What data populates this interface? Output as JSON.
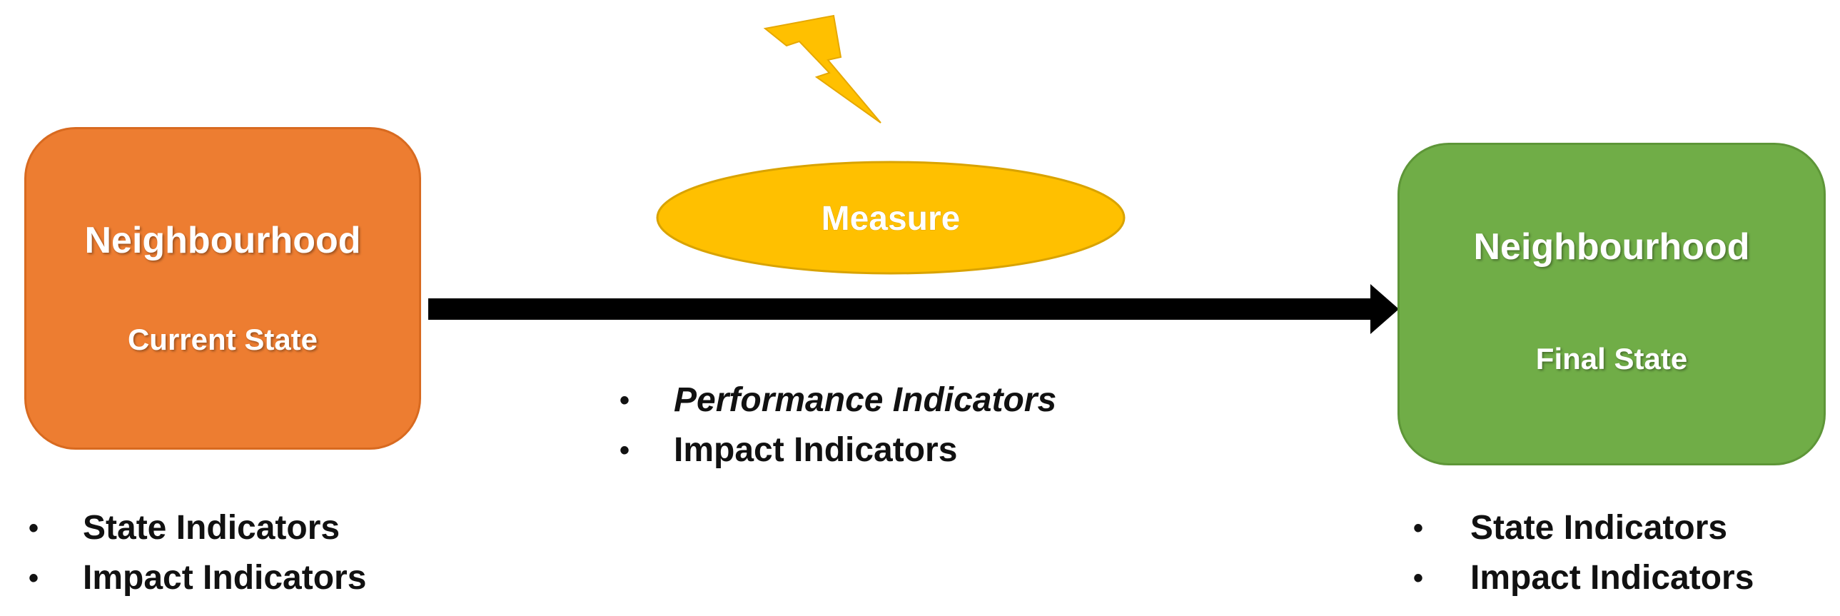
{
  "colors": {
    "current_state_box": "#ED7D31",
    "final_state_box": "#70AD47",
    "measure_ellipse": "#FFC000",
    "lightning": "#FFC000",
    "arrow": "#000000"
  },
  "current_state": {
    "title": "Neighbourhood",
    "subtitle": "Current State",
    "indicators": [
      "State Indicators",
      "Impact Indicators"
    ]
  },
  "measure": {
    "label": "Measure",
    "indicators": [
      "Performance Indicators",
      "Impact Indicators"
    ]
  },
  "final_state": {
    "title": "Neighbourhood",
    "subtitle": "Final State",
    "indicators": [
      "State Indicators",
      "Impact Indicators"
    ]
  },
  "icons": {
    "lightning": "lightning-bolt-icon",
    "bullet": "bullet-dot"
  }
}
